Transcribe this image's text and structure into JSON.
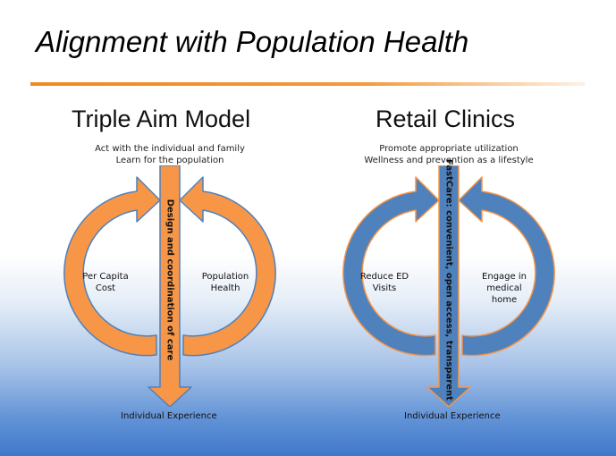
{
  "slide": {
    "title": "Alignment with Population Health",
    "accent_color": "#ef8a22"
  },
  "left_panel": {
    "title": "Triple Aim Model",
    "line1": "Act with the individual and family",
    "line2": "Learn for the population",
    "left_label_line1": "Per Capita",
    "left_label_line2": "Cost",
    "right_label_line1": "Population",
    "right_label_line2": "Health",
    "center_text": "Design and coordination of care",
    "bottom_label": "Individual Experience",
    "fill_color": "#f79646",
    "stroke_color": "#4f81bd"
  },
  "right_panel": {
    "title": "Retail Clinics",
    "line1": "Promote appropriate utilization",
    "line2": "Wellness and prevention as a lifestyle",
    "left_label_line1": "Reduce ED",
    "left_label_line2": "Visits",
    "right_label_line1": "Engage in",
    "right_label_line2": "medical",
    "right_label_line3": "home",
    "center_text": "FastCare: convenient, open access, transparent",
    "bottom_label": "Individual Experience",
    "fill_color": "#4f81bd",
    "stroke_color": "#f79646"
  }
}
